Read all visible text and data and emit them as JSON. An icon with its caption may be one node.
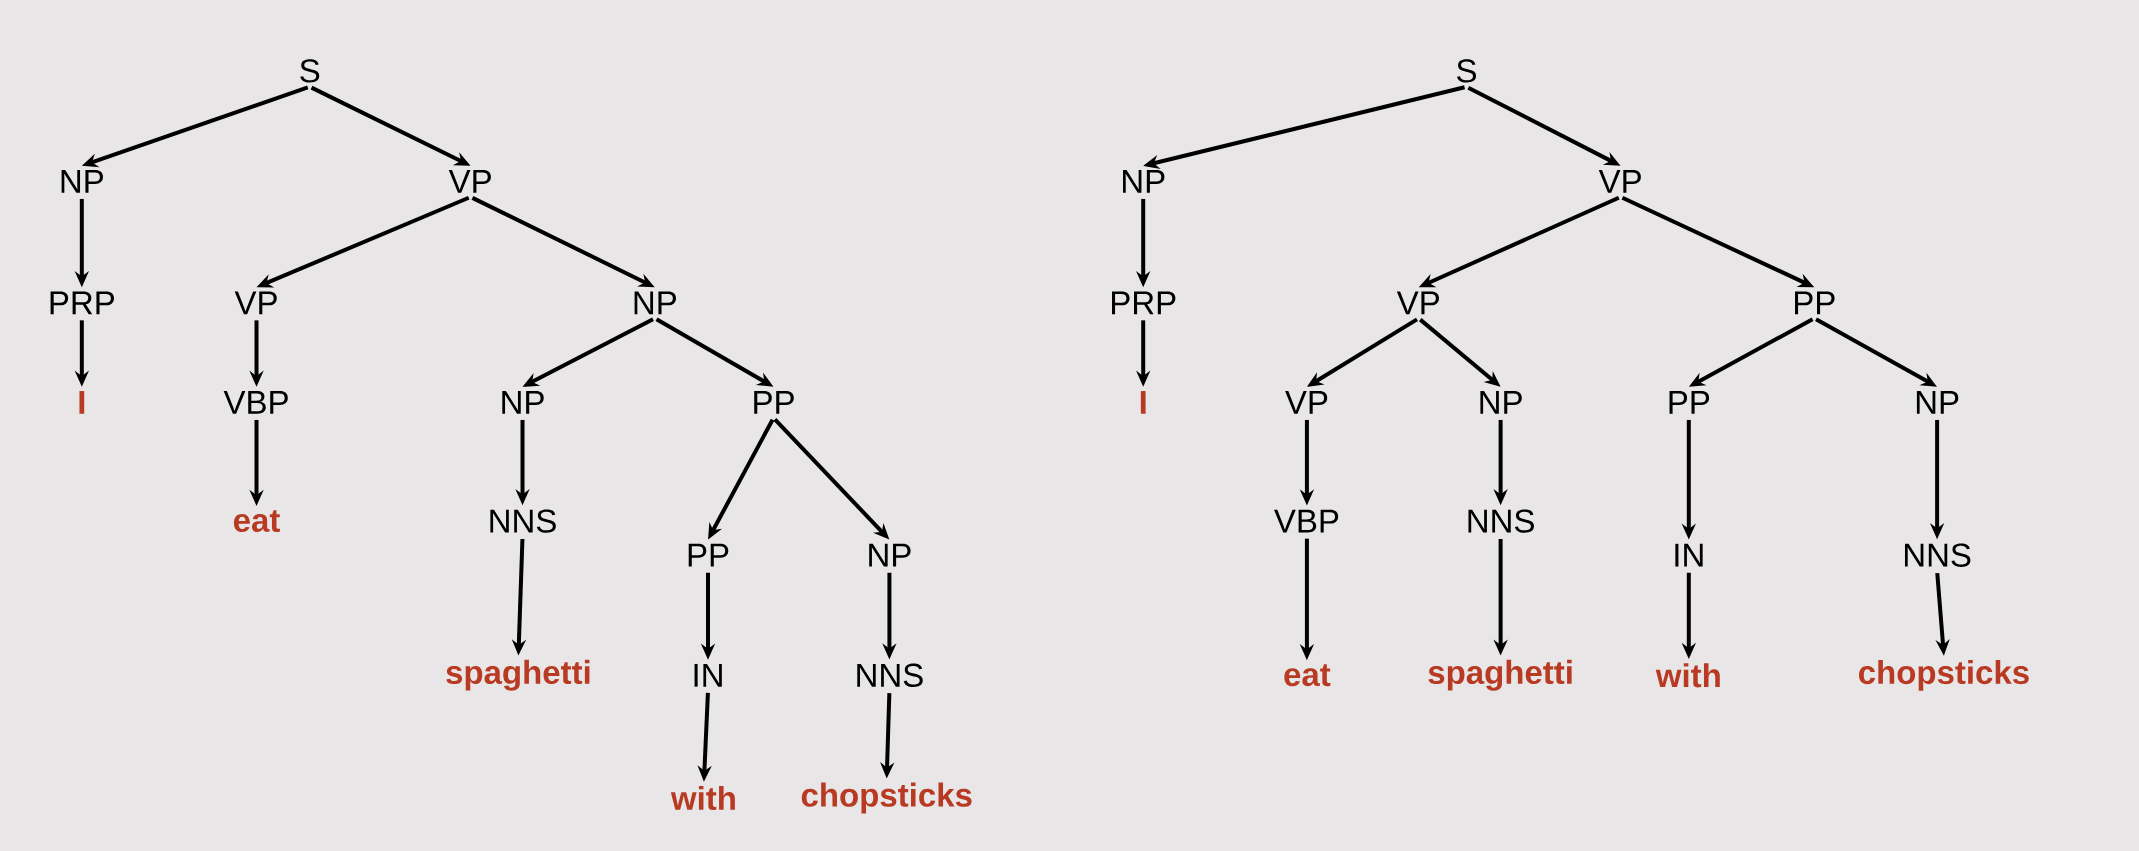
{
  "diagram": {
    "nodes": [
      {
        "text": [
          "S"
        ]
      },
      {
        "text": [
          "NP"
        ]
      },
      {
        "text": [
          "VP"
        ]
      },
      {
        "text": [
          "PRP"
        ]
      },
      {
        "text": [
          "VP"
        ]
      },
      {
        "text": [
          "NP"
        ]
      },
      {
        "text": [
          "I"
        ]
      },
      {
        "text": [
          "VBP"
        ]
      },
      {
        "text": [
          "NP"
        ]
      },
      {
        "text": [
          "PP"
        ]
      },
      {
        "text": [
          "eat"
        ]
      },
      {
        "text": [
          "NNS"
        ]
      },
      {
        "text": [
          "PP"
        ]
      },
      {
        "text": [
          "NP"
        ]
      },
      {
        "text": [
          "spaghetti"
        ]
      },
      {
        "text": [
          "IN"
        ]
      },
      {
        "text": [
          "NNS"
        ]
      },
      {
        "text": [
          "with"
        ]
      },
      {
        "text": [
          "chopsticks"
        ]
      },
      {
        "text": [
          "S"
        ]
      },
      {
        "text": [
          "NP"
        ]
      },
      {
        "text": [
          "VP"
        ]
      },
      {
        "text": [
          "PRP"
        ]
      },
      {
        "text": [
          "VP"
        ]
      },
      {
        "text": [
          "PP"
        ]
      },
      {
        "text": [
          "I"
        ]
      },
      {
        "text": [
          "VP"
        ]
      },
      {
        "text": [
          "NP"
        ]
      },
      {
        "text": [
          "PP"
        ]
      },
      {
        "text": [
          "NP"
        ]
      },
      {
        "text": [
          "VBP"
        ]
      },
      {
        "text": [
          "NNS"
        ]
      },
      {
        "text": [
          "IN"
        ]
      },
      {
        "text": [
          "NNS"
        ]
      },
      {
        "text": [
          "eat"
        ]
      },
      {
        "text": [
          "spaghetti"
        ]
      },
      {
        "text": [
          "with"
        ]
      },
      {
        "text": [
          "chopsticks"
        ]
      }
    ],
    "edges": [
      {
        "from": 0,
        "to": 1,
        "arrow": "to"
      },
      {
        "from": 0,
        "to": 2,
        "arrow": "to"
      },
      {
        "from": 1,
        "to": 3,
        "arrow": "to"
      },
      {
        "from": 2,
        "to": 4,
        "arrow": "to"
      },
      {
        "from": 2,
        "to": 5,
        "arrow": "to"
      },
      {
        "from": 3,
        "to": 6,
        "arrow": "to"
      },
      {
        "from": 4,
        "to": 7,
        "arrow": "to"
      },
      {
        "from": 5,
        "to": 8,
        "arrow": "to"
      },
      {
        "from": 5,
        "to": 9,
        "arrow": "to"
      },
      {
        "from": 7,
        "to": 10,
        "arrow": "to"
      },
      {
        "from": 8,
        "to": 11,
        "arrow": "to"
      },
      {
        "from": 9,
        "to": 12,
        "arrow": "to"
      },
      {
        "from": 9,
        "to": 13,
        "arrow": "to"
      },
      {
        "from": 11,
        "to": 14,
        "arrow": "to"
      },
      {
        "from": 12,
        "to": 15,
        "arrow": "to"
      },
      {
        "from": 13,
        "to": 16,
        "arrow": "to"
      },
      {
        "from": 15,
        "to": 17,
        "arrow": "to"
      },
      {
        "from": 16,
        "to": 18,
        "arrow": "to"
      },
      {
        "from": 19,
        "to": 20,
        "arrow": "to"
      },
      {
        "from": 19,
        "to": 21,
        "arrow": "to"
      },
      {
        "from": 20,
        "to": 22,
        "arrow": "to"
      },
      {
        "from": 21,
        "to": 23,
        "arrow": "to"
      },
      {
        "from": 21,
        "to": 24,
        "arrow": "to"
      },
      {
        "from": 22,
        "to": 25,
        "arrow": "to"
      },
      {
        "from": 23,
        "to": 26,
        "arrow": "to"
      },
      {
        "from": 23,
        "to": 27,
        "arrow": "to"
      },
      {
        "from": 24,
        "to": 28,
        "arrow": "to"
      },
      {
        "from": 24,
        "to": 29,
        "arrow": "to"
      },
      {
        "from": 26,
        "to": 30,
        "arrow": "to"
      },
      {
        "from": 27,
        "to": 31,
        "arrow": "to"
      },
      {
        "from": 28,
        "to": 32,
        "arrow": "to"
      },
      {
        "from": 29,
        "to": 33,
        "arrow": "to"
      },
      {
        "from": 30,
        "to": 34,
        "arrow": "to"
      },
      {
        "from": 31,
        "to": 35,
        "arrow": "to"
      },
      {
        "from": 32,
        "to": 36,
        "arrow": "to"
      },
      {
        "from": 33,
        "to": 37,
        "arrow": "to"
      }
    ]
  }
}
